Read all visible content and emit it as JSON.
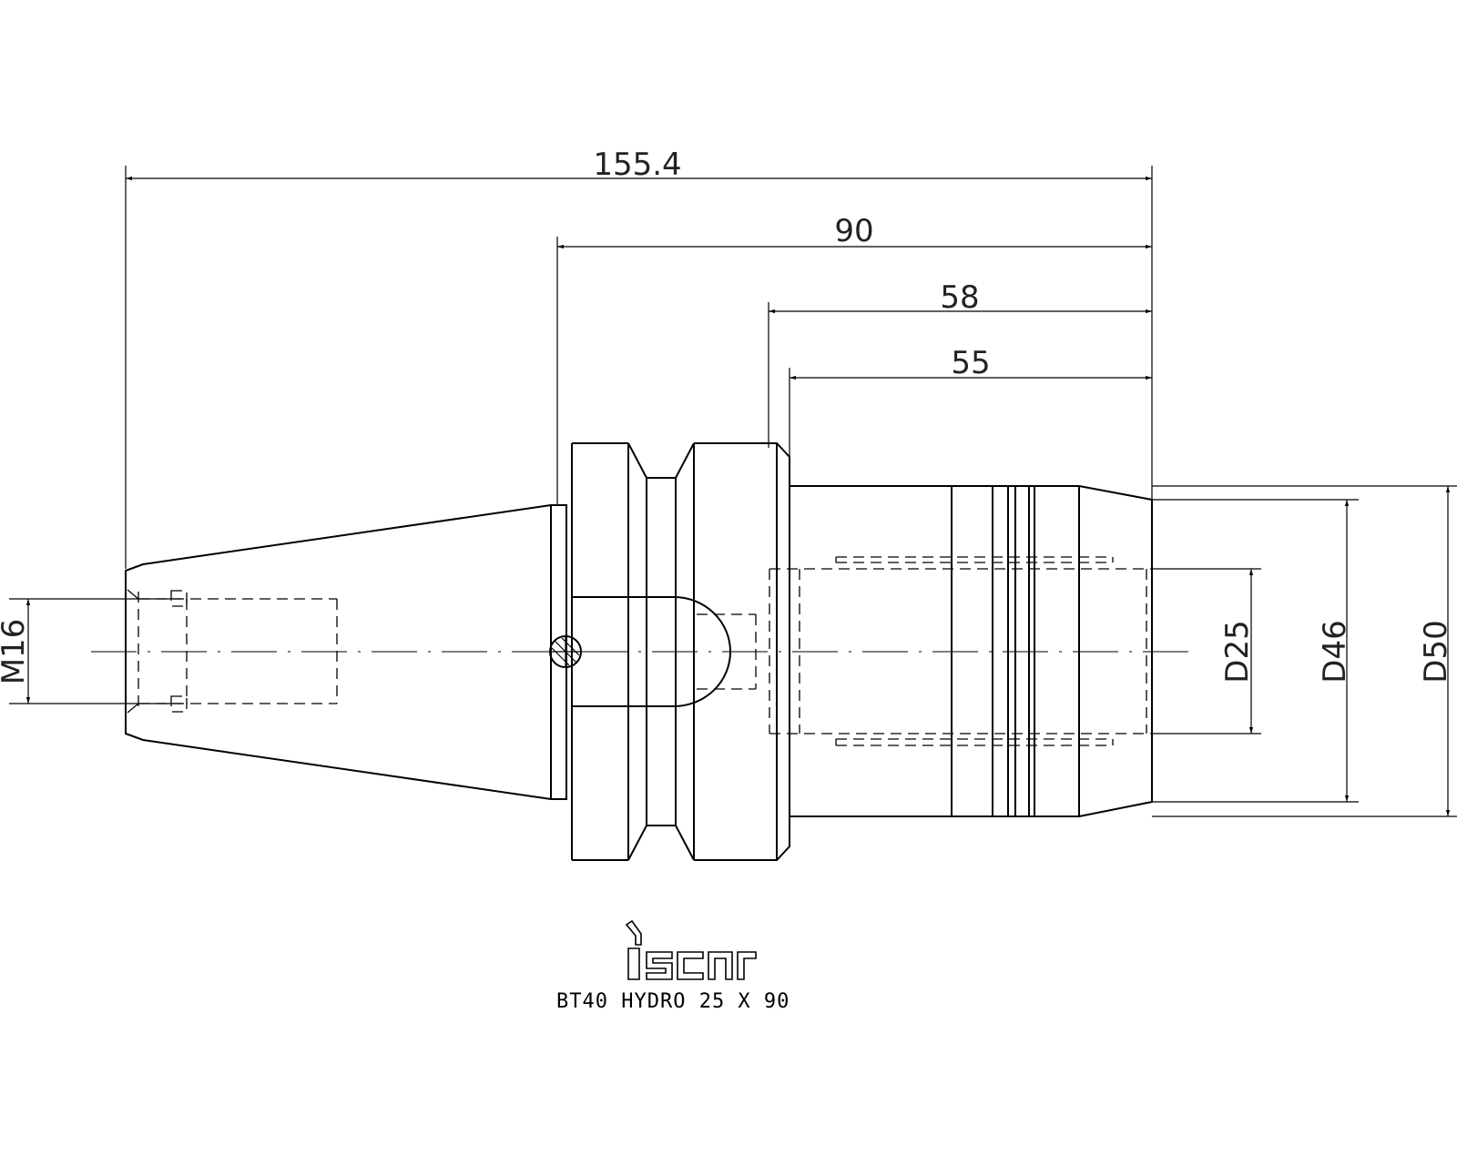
{
  "dimensions": {
    "overall_length": "155.4",
    "gauge_to_end": "90",
    "body_length": "58",
    "sleeve_length": "55",
    "thread": "M16",
    "bore_diameter": "D25",
    "nose_diameter": "D46",
    "body_diameter": "D50"
  },
  "brand": {
    "logo": "iscar"
  },
  "part_label": "BT40 HYDRO 25 X 90",
  "colors": {
    "line": "#000000",
    "background": "#ffffff"
  }
}
